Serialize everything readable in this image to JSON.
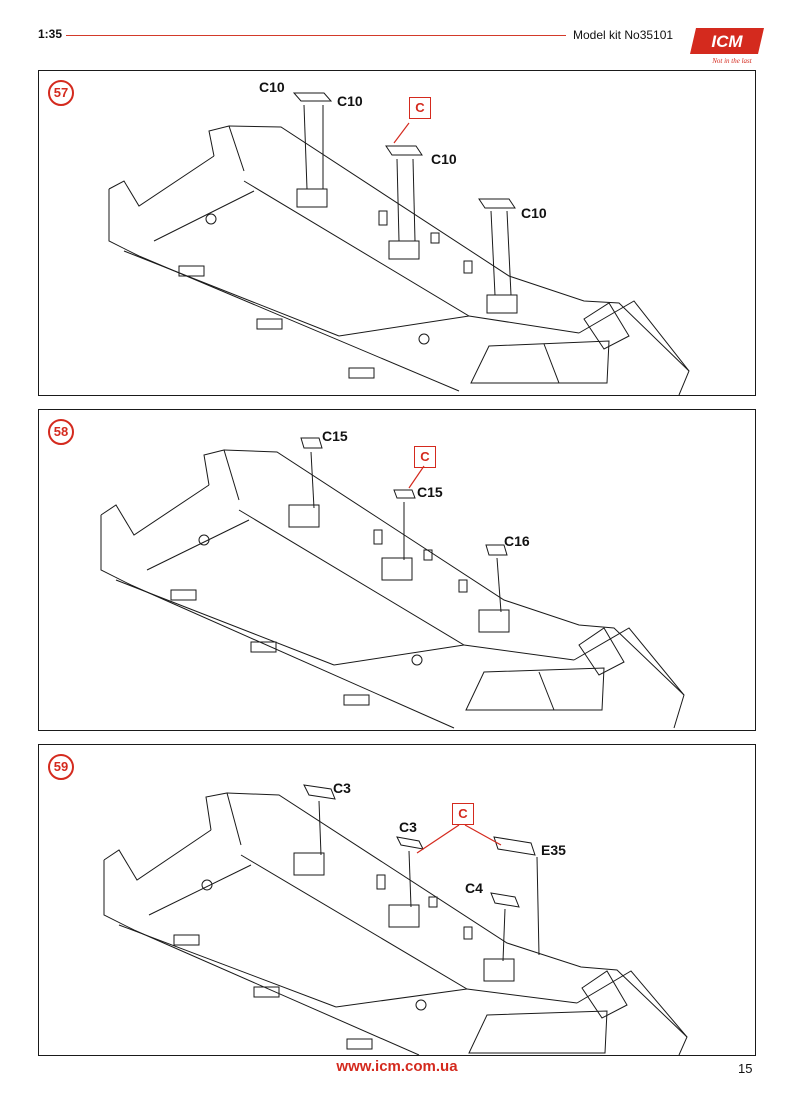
{
  "header": {
    "scale": "1:35",
    "kit_title": "Model kit No35101",
    "logo_text": "ICM",
    "logo_tagline": "Not in the last"
  },
  "steps": [
    {
      "number": "57",
      "sprue_marker": "C",
      "labels": [
        "C10",
        "C10",
        "C10",
        "C10"
      ]
    },
    {
      "number": "58",
      "sprue_marker": "C",
      "labels": [
        "C15",
        "C15",
        "C16"
      ]
    },
    {
      "number": "59",
      "sprue_marker": "C",
      "labels": [
        "C3",
        "C3",
        "E35",
        "C4"
      ]
    }
  ],
  "footer": {
    "url": "www.icm.com.ua",
    "page": "15"
  },
  "colors": {
    "accent": "#d42a1e",
    "line": "#1a1a1a"
  }
}
